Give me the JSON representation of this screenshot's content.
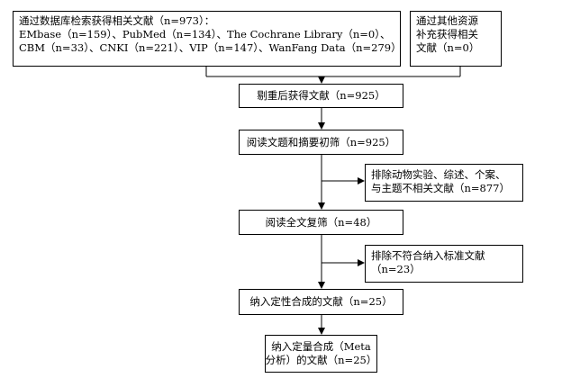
{
  "box_search": {
    "line1": "通过数据库检索获得相关文献（n=973）：",
    "line2": "EMbase（n=159）、PubMed（n=134）、The Cochrane Library（n=0）、",
    "line3": "CBM（n=33）、CNKI（n=221）、VIP（n=147）、WanFang Data（n=279）"
  },
  "box_other": {
    "line1": "通过其他资源",
    "line2": "补充获得相关",
    "line3": "文献（n=0）"
  },
  "box_dedup": "剔重后获得文献（n=925）",
  "box_screen": "阅读文题和摘要初筛（n=925）",
  "box_exclude1": {
    "line1": "排除动物实验、综述、个案、",
    "line2": "与主题不相关文献（n=877）"
  },
  "box_fulltext": "阅读全文复筛（n=48）",
  "box_exclude2": {
    "line1": "排除不符合纳入标准文献",
    "line2": "（n=23）"
  },
  "box_qualitative": "纳入定性合成的文献（n=25）",
  "box_meta": {
    "line1": "纳入定量合成（Meta",
    "line2": "分析）的文献（n=25）"
  }
}
